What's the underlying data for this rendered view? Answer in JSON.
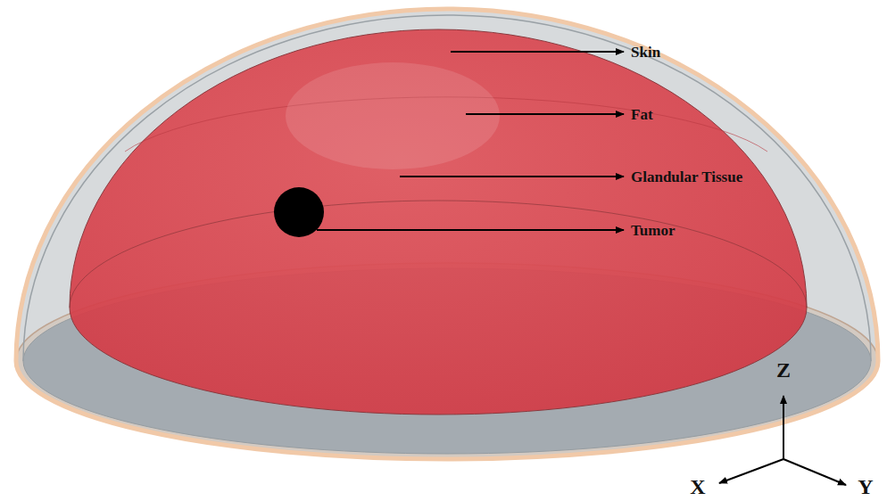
{
  "diagram": {
    "labels": [
      "Skin",
      "Fat",
      "Glandular Tissue",
      "Tumor",
      "Z",
      "X",
      "Y"
    ]
  }
}
